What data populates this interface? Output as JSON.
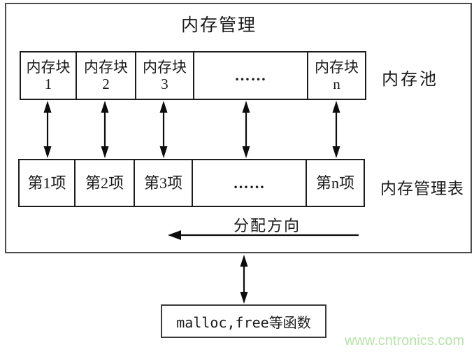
{
  "diagram": {
    "title": "内存管理",
    "memory_pool": {
      "label": "内存池",
      "blocks": [
        {
          "name": "内存块",
          "index": "1"
        },
        {
          "name": "内存块",
          "index": "2"
        },
        {
          "name": "内存块",
          "index": "3"
        },
        {
          "name": "……",
          "index": ""
        },
        {
          "name": "内存块",
          "index": "n"
        }
      ]
    },
    "management_table": {
      "label": "内存管理表",
      "items": [
        "第1项",
        "第2项",
        "第3项",
        "……",
        "第n项"
      ]
    },
    "allocation": {
      "label": "分配方向"
    },
    "external_box": {
      "label": "malloc,free等函数"
    },
    "watermark": {
      "text": "www.cntronics.com",
      "color": "#b7e3a8"
    }
  }
}
